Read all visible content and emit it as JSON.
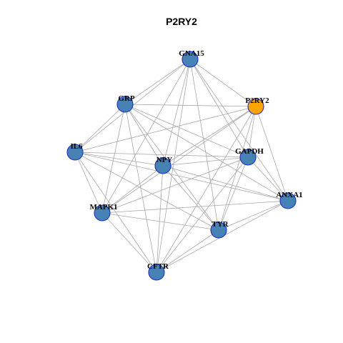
{
  "title": "P2RY2",
  "colors": {
    "background": "#ffffff",
    "edge": "#a8a8a8",
    "node_default": "#4682b4",
    "node_highlight": "#ffa500",
    "node_border": "#1a2fd6"
  },
  "nodes": [
    {
      "id": "GNA15",
      "label": "GNA15",
      "highlight": false
    },
    {
      "id": "GRP",
      "label": "GRP",
      "highlight": false
    },
    {
      "id": "P2RY2",
      "label": "P2RY2",
      "highlight": true
    },
    {
      "id": "IL6",
      "label": "IL6",
      "highlight": false
    },
    {
      "id": "NPY",
      "label": "NPY",
      "highlight": false
    },
    {
      "id": "GAPDH",
      "label": "GAPDH",
      "highlight": false
    },
    {
      "id": "ANXA1",
      "label": "ANXA1",
      "highlight": false
    },
    {
      "id": "MAPK1",
      "label": "MAPK1",
      "highlight": false
    },
    {
      "id": "TYR",
      "label": "TYR",
      "highlight": false
    },
    {
      "id": "CFTR",
      "label": "CFTR",
      "highlight": false
    }
  ],
  "edges": [
    [
      "GNA15",
      "GRP"
    ],
    [
      "GNA15",
      "P2RY2"
    ],
    [
      "GNA15",
      "IL6"
    ],
    [
      "GNA15",
      "NPY"
    ],
    [
      "GNA15",
      "GAPDH"
    ],
    [
      "GNA15",
      "ANXA1"
    ],
    [
      "GNA15",
      "MAPK1"
    ],
    [
      "GNA15",
      "TYR"
    ],
    [
      "GNA15",
      "CFTR"
    ],
    [
      "GRP",
      "P2RY2"
    ],
    [
      "GRP",
      "IL6"
    ],
    [
      "GRP",
      "NPY"
    ],
    [
      "GRP",
      "GAPDH"
    ],
    [
      "GRP",
      "ANXA1"
    ],
    [
      "GRP",
      "MAPK1"
    ],
    [
      "GRP",
      "TYR"
    ],
    [
      "GRP",
      "CFTR"
    ],
    [
      "P2RY2",
      "IL6"
    ],
    [
      "P2RY2",
      "NPY"
    ],
    [
      "P2RY2",
      "GAPDH"
    ],
    [
      "P2RY2",
      "ANXA1"
    ],
    [
      "P2RY2",
      "MAPK1"
    ],
    [
      "P2RY2",
      "TYR"
    ],
    [
      "P2RY2",
      "CFTR"
    ],
    [
      "IL6",
      "NPY"
    ],
    [
      "IL6",
      "GAPDH"
    ],
    [
      "IL6",
      "ANXA1"
    ],
    [
      "IL6",
      "MAPK1"
    ],
    [
      "IL6",
      "TYR"
    ],
    [
      "IL6",
      "CFTR"
    ],
    [
      "NPY",
      "GAPDH"
    ],
    [
      "NPY",
      "ANXA1"
    ],
    [
      "NPY",
      "MAPK1"
    ],
    [
      "NPY",
      "TYR"
    ],
    [
      "NPY",
      "CFTR"
    ],
    [
      "GAPDH",
      "ANXA1"
    ],
    [
      "GAPDH",
      "MAPK1"
    ],
    [
      "GAPDH",
      "TYR"
    ],
    [
      "GAPDH",
      "CFTR"
    ],
    [
      "ANXA1",
      "MAPK1"
    ],
    [
      "ANXA1",
      "TYR"
    ],
    [
      "ANXA1",
      "CFTR"
    ],
    [
      "MAPK1",
      "TYR"
    ],
    [
      "MAPK1",
      "CFTR"
    ],
    [
      "TYR",
      "CFTR"
    ]
  ]
}
